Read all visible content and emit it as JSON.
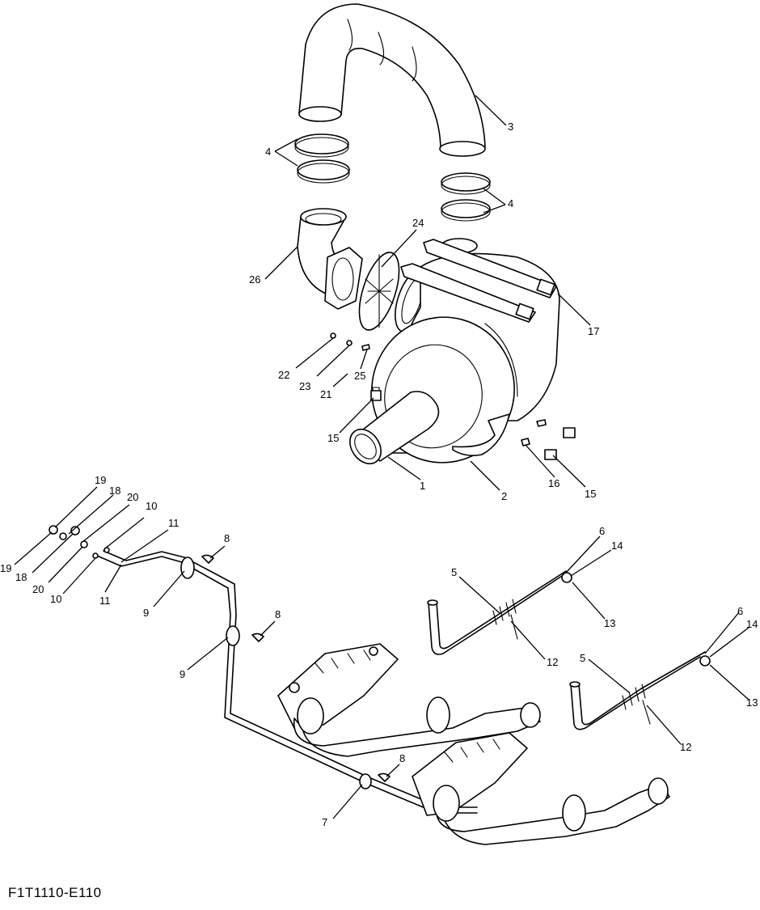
{
  "drawing_code": "F1T1110-E110",
  "callouts": [
    {
      "id": "c3",
      "label": "3"
    },
    {
      "id": "c4a",
      "label": "4"
    },
    {
      "id": "c4b",
      "label": "4"
    },
    {
      "id": "c24",
      "label": "24"
    },
    {
      "id": "c26",
      "label": "26"
    },
    {
      "id": "c17",
      "label": "17"
    },
    {
      "id": "c22",
      "label": "22"
    },
    {
      "id": "c23",
      "label": "23"
    },
    {
      "id": "c21",
      "label": "21"
    },
    {
      "id": "c25",
      "label": "25"
    },
    {
      "id": "c15a",
      "label": "15"
    },
    {
      "id": "c1",
      "label": "1"
    },
    {
      "id": "c2",
      "label": "2"
    },
    {
      "id": "c16",
      "label": "16"
    },
    {
      "id": "c15b",
      "label": "15"
    },
    {
      "id": "c19a",
      "label": "19"
    },
    {
      "id": "c18a",
      "label": "18"
    },
    {
      "id": "c20a",
      "label": "20"
    },
    {
      "id": "c10a",
      "label": "10"
    },
    {
      "id": "c11a",
      "label": "11"
    },
    {
      "id": "c19b",
      "label": "19"
    },
    {
      "id": "c18b",
      "label": "18"
    },
    {
      "id": "c20b",
      "label": "20"
    },
    {
      "id": "c10b",
      "label": "10"
    },
    {
      "id": "c11b",
      "label": "11"
    },
    {
      "id": "c8a",
      "label": "8"
    },
    {
      "id": "c9a",
      "label": "9"
    },
    {
      "id": "c8b",
      "label": "8"
    },
    {
      "id": "c9b",
      "label": "9"
    },
    {
      "id": "c8c",
      "label": "8"
    },
    {
      "id": "c7",
      "label": "7"
    },
    {
      "id": "c6a",
      "label": "6"
    },
    {
      "id": "c14a",
      "label": "14"
    },
    {
      "id": "c5a",
      "label": "5"
    },
    {
      "id": "c13a",
      "label": "13"
    },
    {
      "id": "c12a",
      "label": "12"
    },
    {
      "id": "c6b",
      "label": "6"
    },
    {
      "id": "c14b",
      "label": "14"
    },
    {
      "id": "c5b",
      "label": "5"
    },
    {
      "id": "c13b",
      "label": "13"
    },
    {
      "id": "c12b",
      "label": "12"
    }
  ]
}
